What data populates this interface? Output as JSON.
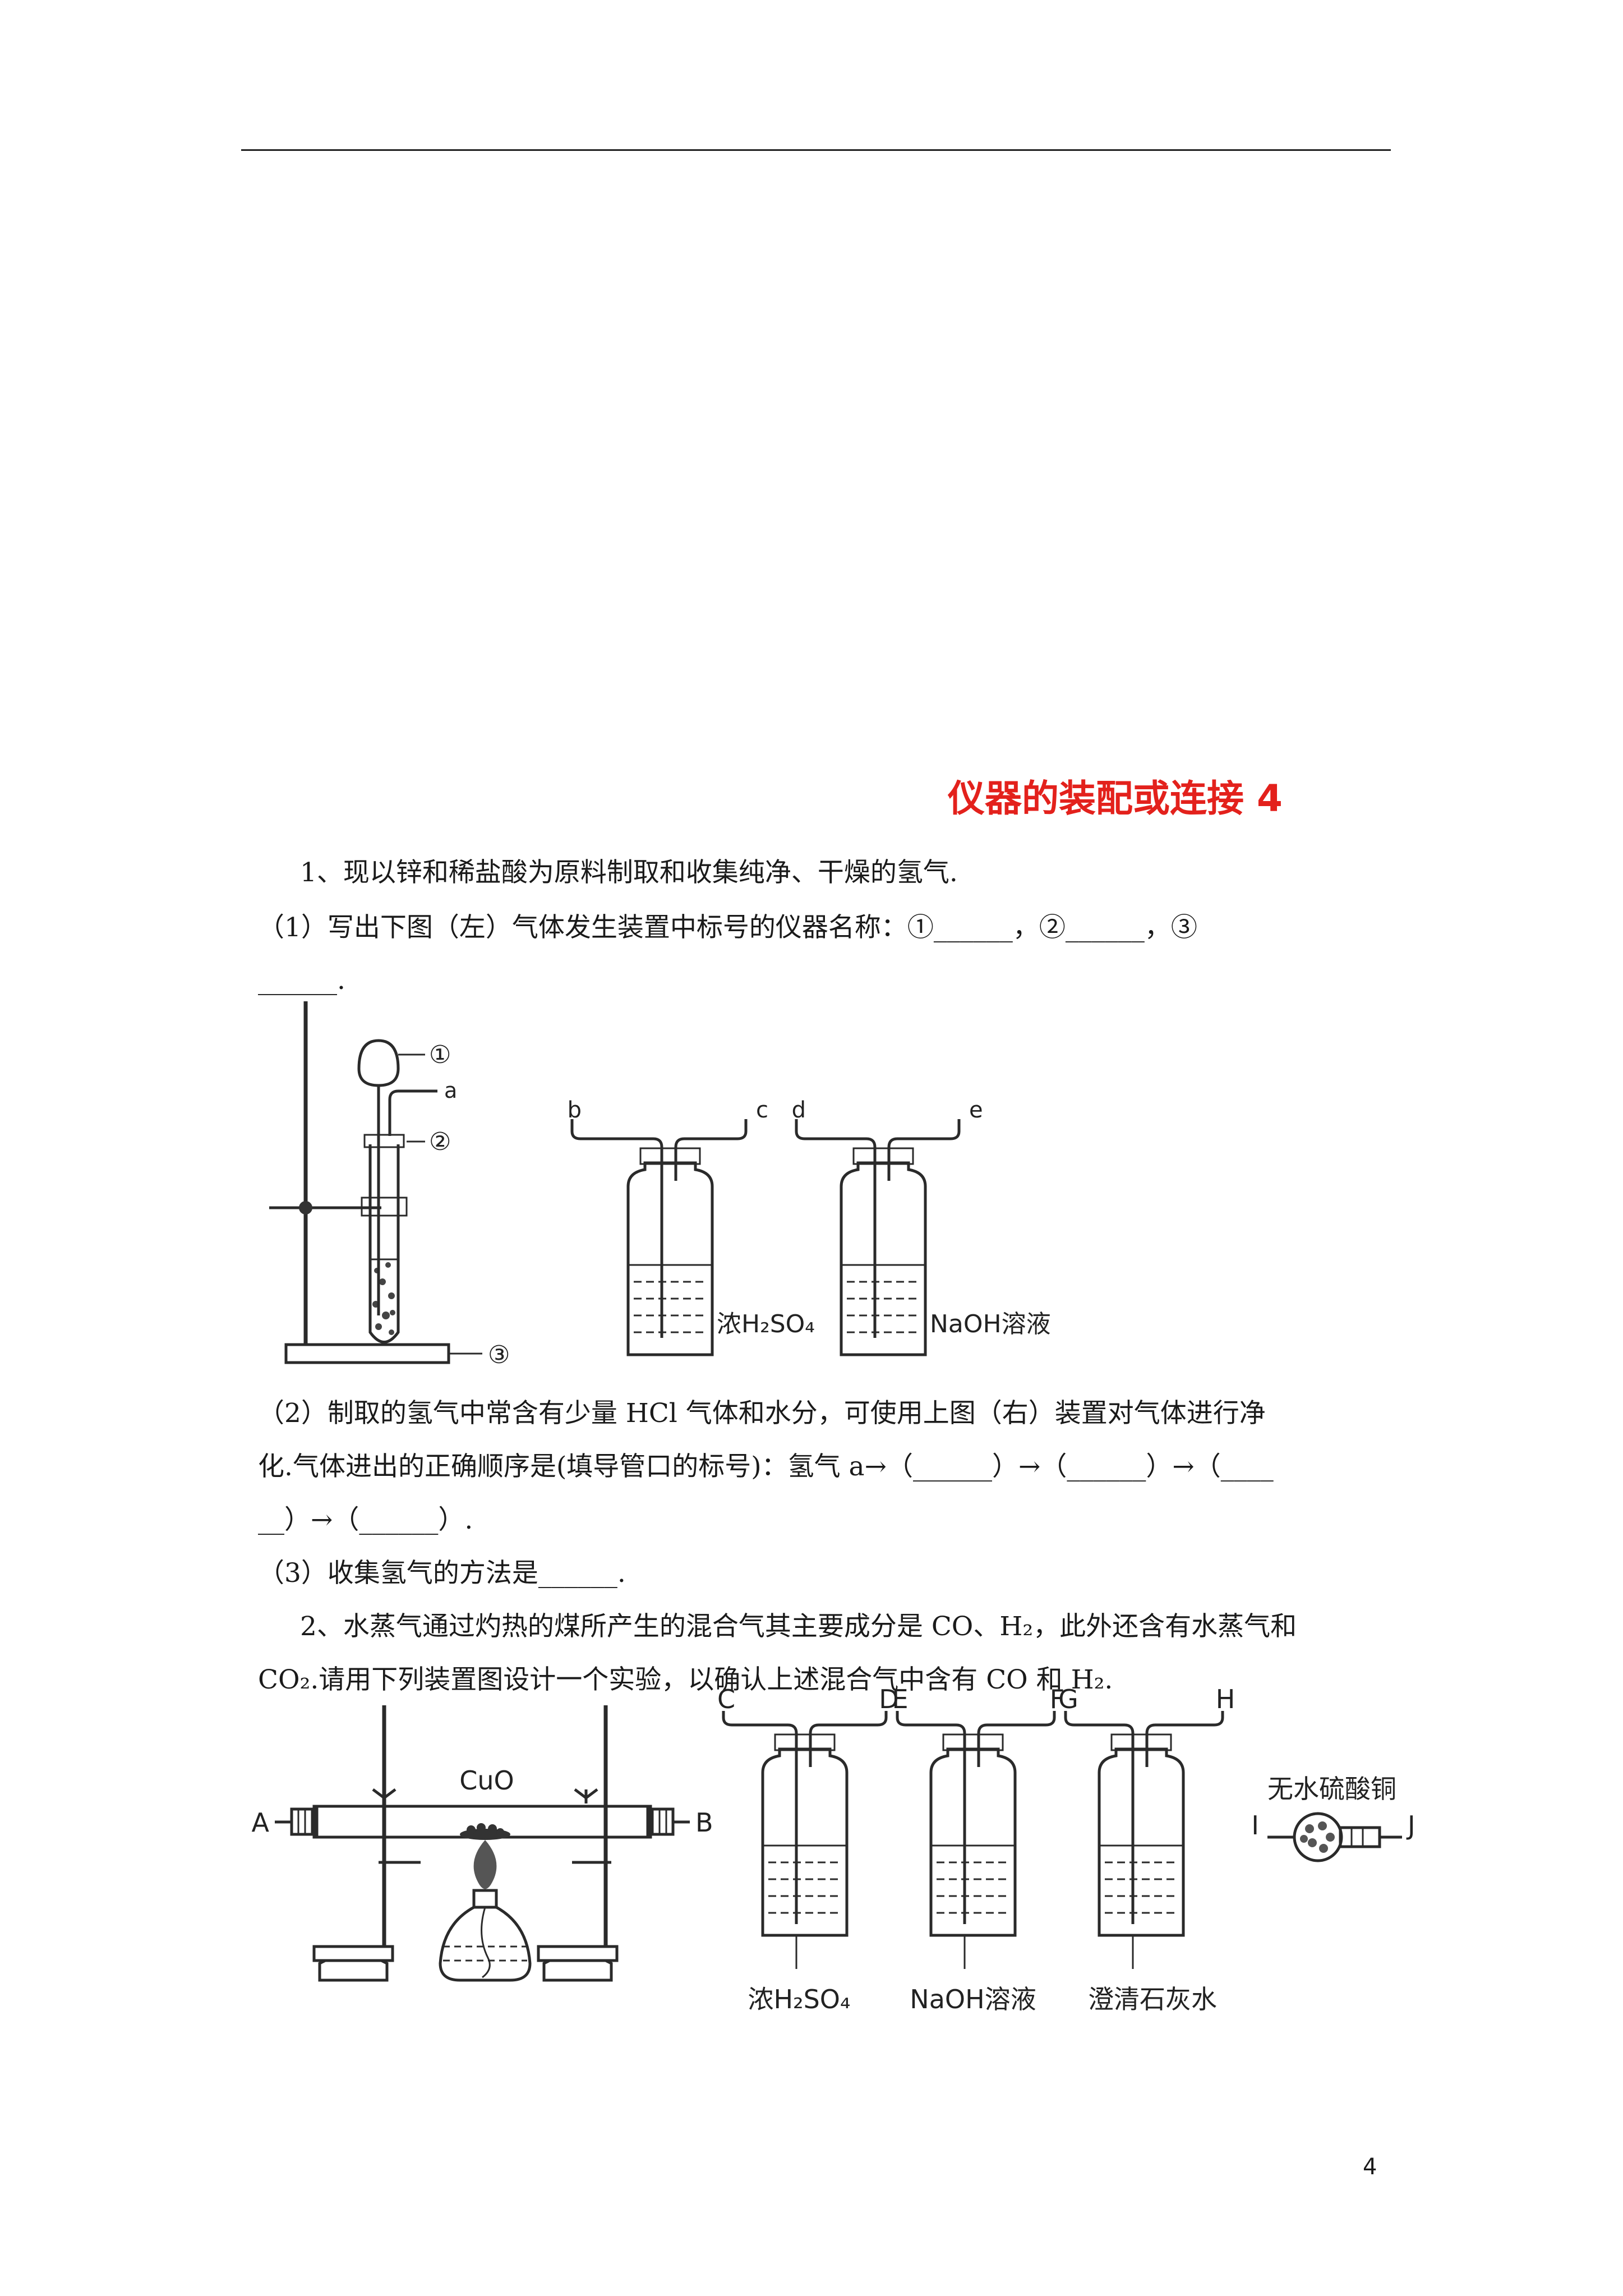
{
  "title": "仪器的装配或连接 4",
  "q1": {
    "intro": "1、现以锌和稀盐酸为原料制取和收集纯净、干燥的氢气.",
    "p1": {
      "text": "（1）写出下图（左）气体发生装置中标号的仪器名称：①______，②______，③",
      "cont": "______."
    },
    "p2": {
      "text": "（2）制取的氢气中常含有少量 HCl 气体和水分，可使用上图（右）装置对气体进行净",
      "cont1": "化.气体进出的正确顺序是(填导管口的标号)：氢气 a→（______）→（______）→（____",
      "cont2": "__）→（______）."
    },
    "p3": "（3）收集氢气的方法是______."
  },
  "q2": {
    "line1": "2、水蒸气通过灼热的煤所产生的混合气其主要成分是 CO、H₂，此外还含有水蒸气和",
    "line2": "CO₂.请用下列装置图设计一个实验，以确认上述混合气中含有 CO 和 H₂."
  },
  "fig1": {
    "labels": {
      "c1": "①",
      "a": "a",
      "c2": "②",
      "c3": "③"
    },
    "bottle1": {
      "in": "b",
      "out": "c",
      "liquid": "浓H₂SO₄"
    },
    "bottle2": {
      "in": "d",
      "out": "e",
      "liquid": "NaOH溶液"
    }
  },
  "fig2": {
    "tube": {
      "label": "CuO",
      "left": "A",
      "right": "B"
    },
    "bottles": [
      {
        "in": "C",
        "out": "D",
        "liquid": "浓H₂SO₄"
      },
      {
        "in": "E",
        "out": "F",
        "liquid": "NaOH溶液"
      },
      {
        "in": "G",
        "out": "H",
        "liquid": "澄清石灰水"
      }
    ],
    "drying_tube": {
      "label": "无水硫酸铜",
      "left": "I",
      "right": "J"
    }
  },
  "page_number": "4"
}
